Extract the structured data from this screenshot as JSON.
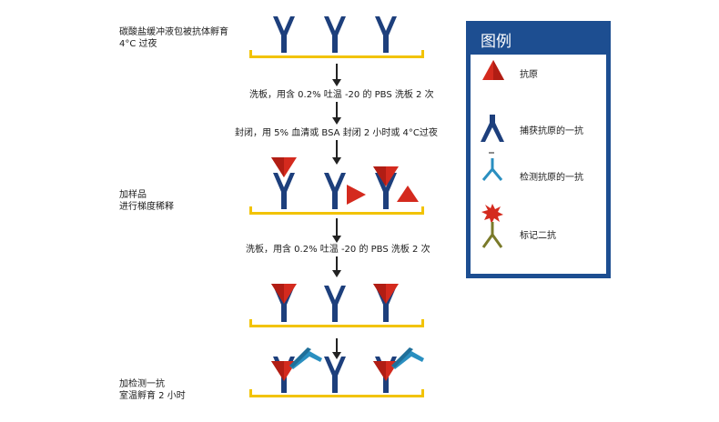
{
  "steps": [
    {
      "label": "碳酸盐缓冲液包被抗体孵育\n4°C 过夜"
    },
    {
      "label": "加样品\n进行梯度稀释"
    },
    {
      "label": "加检测一抗\n室温孵育 2 小时"
    }
  ],
  "arrow_notes": [
    "洗板，用含 0.2% 吐温 -20 的 PBS 洗板 2 次",
    "封闭，用 5% 血清或 BSA 封闭 2 小时或 4°C过夜",
    "洗板，用含 0.2% 吐温 -20 的 PBS 洗板 2 次"
  ],
  "legend": {
    "title": "图例",
    "items": [
      {
        "label": "抗原",
        "icon": "antigen-triangle-icon"
      },
      {
        "label": "捕获抗原的一抗",
        "icon": "capture-antibody-icon"
      },
      {
        "label": "检测抗原的一抗",
        "icon": "detection-antibody-icon"
      },
      {
        "label": "标记二抗",
        "icon": "labeled-secondary-antibody-icon"
      }
    ]
  },
  "colors": {
    "plate": "#f2c300",
    "capture_antibody": "#1d3f7c",
    "antigen": "#d42a1e",
    "detection_antibody": "#2a8fc0",
    "secondary_antibody": "#7a7a2a",
    "label_star": "#d42a1e",
    "legend_bg": "#1d4e91",
    "arrow": "#222222"
  }
}
